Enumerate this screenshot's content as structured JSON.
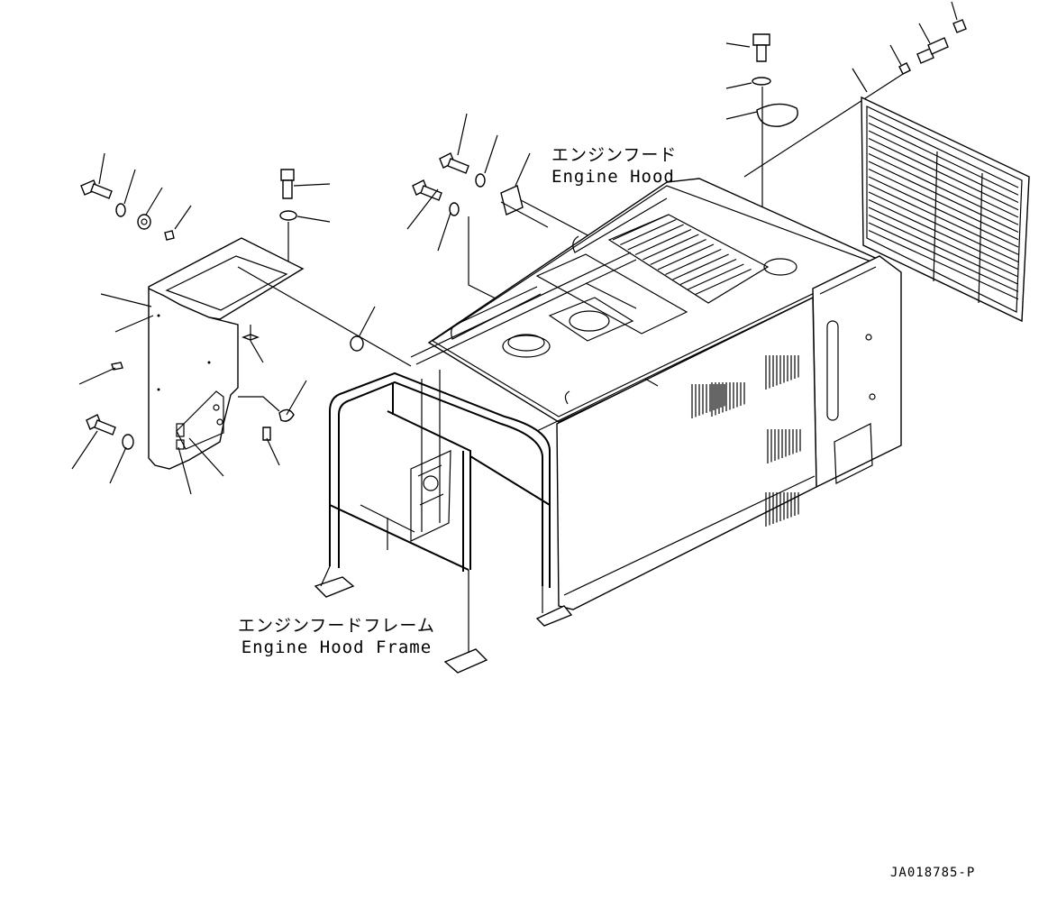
{
  "labels": {
    "engine_hood": {
      "jp": "エンジンフード",
      "en": "Engine Hood"
    },
    "engine_hood_frame": {
      "jp": "エンジンフードフレーム",
      "en": "Engine Hood Frame"
    }
  },
  "document_number": "JA018785-P",
  "colors": {
    "line": "#000000",
    "background": "#ffffff"
  }
}
